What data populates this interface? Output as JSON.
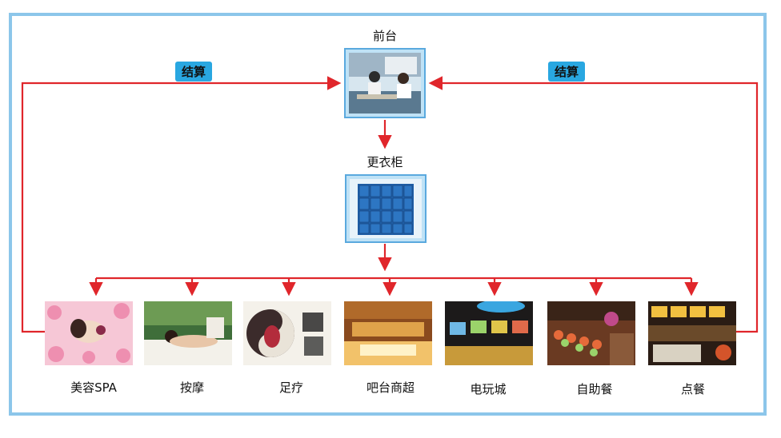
{
  "front_desk": {
    "label": "前台"
  },
  "locker": {
    "label": "更衣柜"
  },
  "settlement_left": {
    "label": "结算"
  },
  "settlement_right": {
    "label": "结算"
  },
  "services": [
    {
      "label": "美容SPA",
      "icon": "spa-photo"
    },
    {
      "label": "按摩",
      "icon": "massage-photo"
    },
    {
      "label": "足疗",
      "icon": "foot-therapy-photo"
    },
    {
      "label": "吧台商超",
      "icon": "bar-supermarket-photo"
    },
    {
      "label": "电玩城",
      "icon": "arcade-photo"
    },
    {
      "label": "自助餐",
      "icon": "buffet-photo"
    },
    {
      "label": "点餐",
      "icon": "fastfood-photo"
    }
  ],
  "colors": {
    "frame": "#8cc6ea",
    "arrow": "#e0262b",
    "tag": "#29a7e1"
  }
}
